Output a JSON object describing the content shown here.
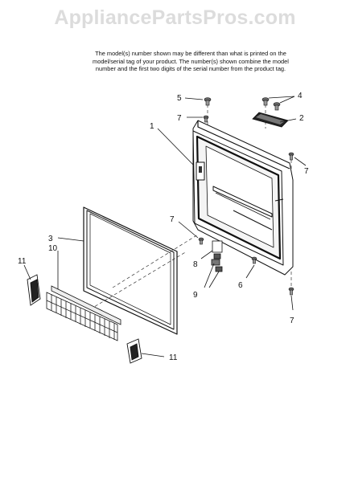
{
  "watermark": "AppliancePartsPros.com",
  "notice": {
    "line1": "The model(s) number shown may be different than what is printed on the",
    "line2": "model/serial tag of your product. The number(s) shown combine the model",
    "line3": "number and the first two digits of the serial number from the product tag."
  },
  "callouts": {
    "c1": "1",
    "c2": "2",
    "c3": "3",
    "c4": "4",
    "c5": "5",
    "c6": "6",
    "c7a": "7",
    "c7b": "7",
    "c7c": "7",
    "c7d": "7",
    "c8": "8",
    "c9": "9",
    "c10": "10",
    "c11a": "11",
    "c11b": "11"
  }
}
